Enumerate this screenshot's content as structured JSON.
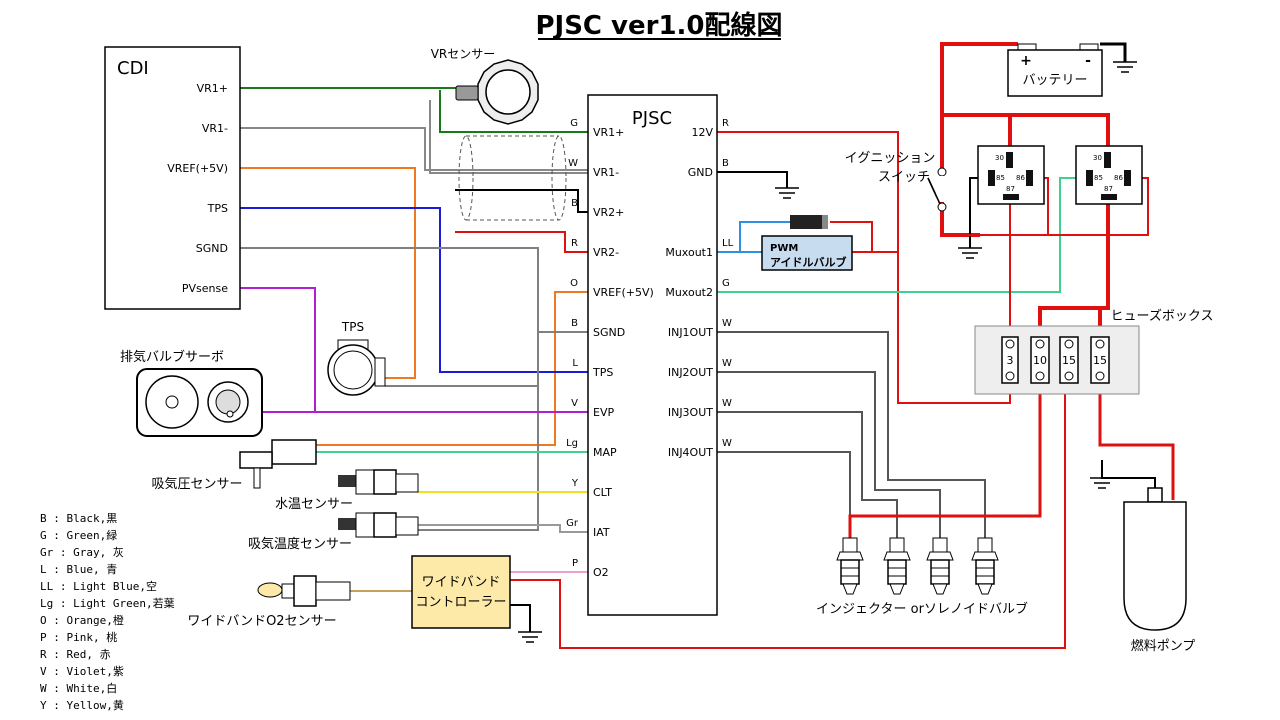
{
  "title": "PJSC ver1.0配線図",
  "cdi": {
    "label": "CDI",
    "pins": [
      "VR1+",
      "VR1-",
      "VREF(+5V)",
      "TPS",
      "SGND",
      "PVsense"
    ]
  },
  "pjsc": {
    "label": "PJSC",
    "left_pins": [
      "VR1+",
      "VR1-",
      "VR2+",
      "VR2-",
      "VREF(+5V)",
      "SGND",
      "TPS",
      "EVP",
      "MAP",
      "CLT",
      "IAT",
      "O2"
    ],
    "left_codes": [
      "G",
      "W",
      "B",
      "R",
      "O",
      "B",
      "L",
      "V",
      "Lg",
      "Y",
      "Gr",
      "P"
    ],
    "right_pins": [
      "12V",
      "GND",
      "Muxout1",
      "Muxout2",
      "INJ1OUT",
      "INJ2OUT",
      "INJ3OUT",
      "INJ4OUT"
    ],
    "right_codes": [
      "R",
      "B",
      "LL",
      "G",
      "W",
      "W",
      "W",
      "W"
    ]
  },
  "components": {
    "vr_sensor": "VRセンサー",
    "tps": "TPS",
    "exhaust_valve_servo": "排気バルブサーボ",
    "map_sensor": "吸気圧センサー",
    "water_temp_sensor": "水温センサー",
    "intake_temp_sensor": "吸気温度センサー",
    "wideband_o2_sensor": "ワイドバンドO2センサー",
    "wideband_controller_line1": "ワイドバンド",
    "wideband_controller_line2": "コントローラー",
    "battery": "バッテリー",
    "battery_plus": "+",
    "battery_minus": "-",
    "ignition_switch_line1": "イグニッション",
    "ignition_switch_line2": "スイッチ",
    "fuse_box": "ヒューズボックス",
    "fuses": [
      "3",
      "10",
      "15",
      "15"
    ],
    "pwm_valve_line1": "PWM",
    "pwm_valve_line2": "アイドルバルブ",
    "injectors": "インジェクター orソレノイドバルブ",
    "fuel_pump": "燃料ポンプ",
    "relay_pins": [
      "30",
      "85",
      "86",
      "87"
    ]
  },
  "legend": [
    "B  : Black,黒",
    "G  : Green,緑",
    "Gr : Gray, 灰",
    "L  : Blue, 青",
    "LL : Light Blue,空",
    "Lg : Light Green,若葉",
    "O  : Orange,橙",
    "P  : Pink, 桃",
    "R  : Red,  赤",
    "V  : Violet,紫",
    "W  : White,白",
    "Y  : Yellow,黄"
  ],
  "colors": {
    "red": "#e01010",
    "green": "#1a7a1a",
    "gray": "#808080",
    "orange": "#f07820",
    "blue": "#1c1cd8",
    "violet": "#b020d0",
    "light_green": "#40d090",
    "light_blue": "#3090e0",
    "yellow": "#f0e020",
    "pink": "#f0a0d0",
    "controller_fill": "#fde9a8",
    "pwm_fill": "#c8dcf0"
  }
}
